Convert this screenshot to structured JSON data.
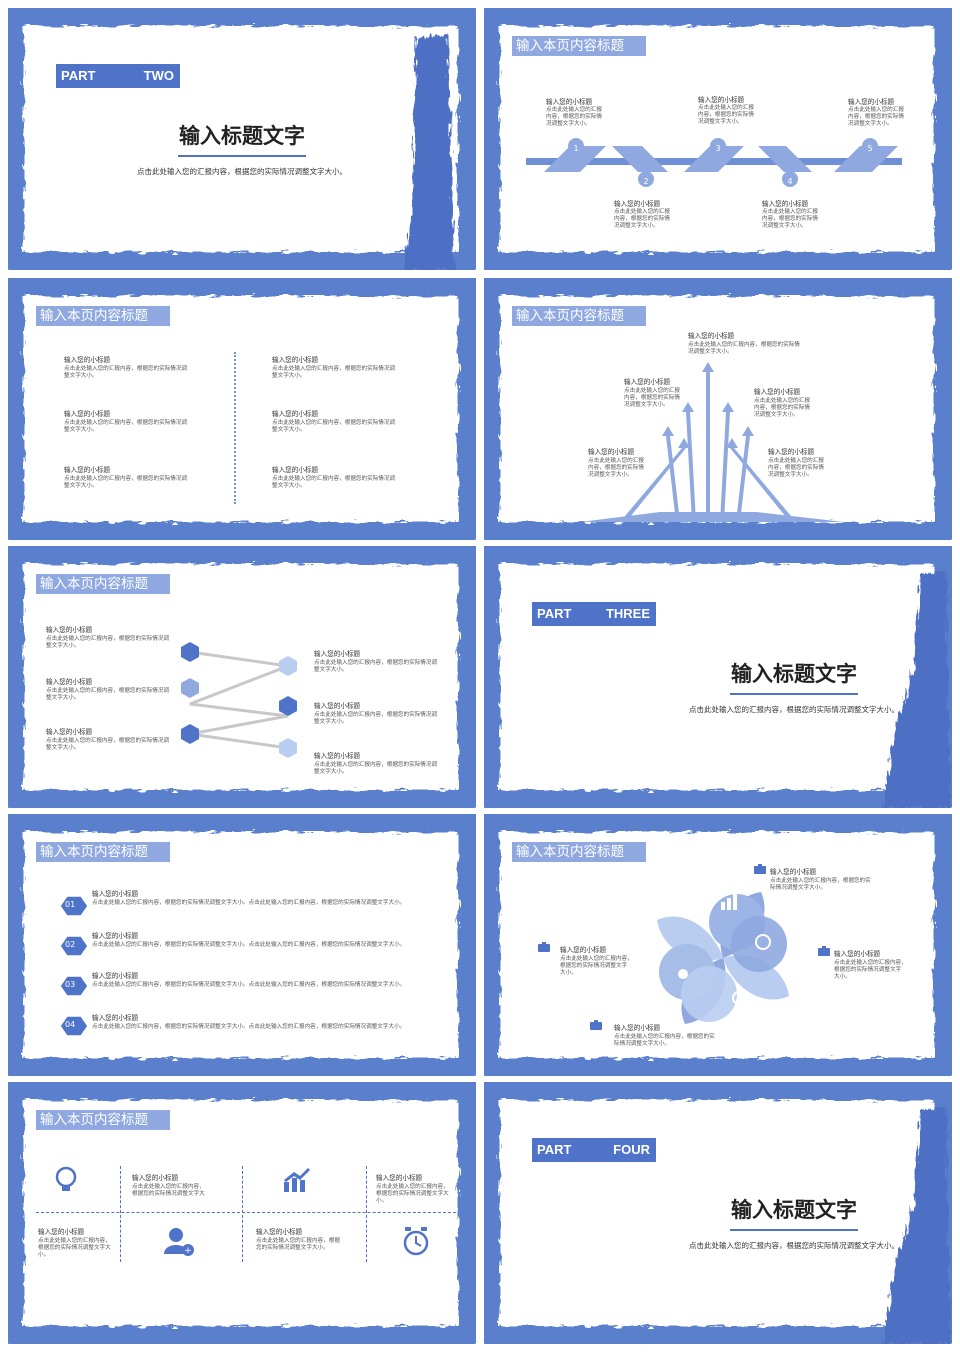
{
  "slide1": {
    "part": "PART",
    "word": "TWO",
    "title": "输入标题文字",
    "subtitle": "点击此处输入您的汇报内容，根据您的实际情况调整文字大小。"
  },
  "slide2": {
    "header": "输入本页内容标题",
    "items": [
      {
        "num": "1",
        "title": "输入您的小标题",
        "body": [
          "点击此处输入您的汇报",
          "内容，根据您的实际情",
          "况调整文字大小。"
        ]
      },
      {
        "num": "2",
        "title": "输入您的小标题",
        "body": [
          "点击此处输入您的汇报",
          "内容，根据您的实际情",
          "况调整文字大小。"
        ]
      },
      {
        "num": "3",
        "title": "输入您的小标题",
        "body": [
          "点击此处输入您的汇报",
          "内容，根据您的实际情",
          "况调整文字大小。"
        ]
      },
      {
        "num": "4",
        "title": "输入您的小标题",
        "body": [
          "点击此处输入您的汇报",
          "内容，根据您的实际情",
          "况调整文字大小。"
        ]
      },
      {
        "num": "5",
        "title": "输入您的小标题",
        "body": [
          "点击此处输入您的汇报",
          "内容，根据您的实际情",
          "况调整文字大小。"
        ]
      }
    ]
  },
  "slide3": {
    "header": "输入本页内容标题",
    "items": [
      {
        "title": "输入您的小标题",
        "body": [
          "点击此处输入您的汇报内容，根据您的实际情况调",
          "整文字大小。"
        ]
      },
      {
        "title": "输入您的小标题",
        "body": [
          "点击此处输入您的汇报内容，根据您的实际情况调",
          "整文字大小。"
        ]
      },
      {
        "title": "输入您的小标题",
        "body": [
          "点击此处输入您的汇报内容，根据您的实际情况调",
          "整文字大小。"
        ]
      },
      {
        "title": "输入您的小标题",
        "body": [
          "点击此处输入您的汇报内容，根据您的实际情况调",
          "整文字大小。"
        ]
      },
      {
        "title": "输入您的小标题",
        "body": [
          "点击此处输入您的汇报内容，根据您的实际情况调",
          "整文字大小。"
        ]
      },
      {
        "title": "输入您的小标题",
        "body": [
          "点击此处输入您的汇报内容，根据您的实际情况调",
          "整文字大小。"
        ]
      }
    ]
  },
  "slide4": {
    "header": "输入本页内容标题",
    "items": [
      {
        "title": "输入您的小标题",
        "body": [
          "点击此处输入您的汇报内容，根据您的实际情",
          "况调整文字大小。"
        ]
      },
      {
        "title": "输入您的小标题",
        "body": [
          "点击此处输入您的汇报",
          "内容，根据您的实际情",
          "况调整文字大小。"
        ]
      },
      {
        "title": "输入您的小标题",
        "body": [
          "点击此处输入您的汇报",
          "内容，根据您的实际情",
          "况调整文字大小。"
        ]
      },
      {
        "title": "输入您的小标题",
        "body": [
          "点击此处输入您的汇报",
          "内容，根据您的实际情",
          "况调整文字大小。"
        ]
      },
      {
        "title": "输入您的小标题",
        "body": [
          "点击此处输入您的汇报",
          "内容，根据您的实际情",
          "况调整文字大小。"
        ]
      }
    ]
  },
  "slide5": {
    "header": "输入本页内容标题",
    "items": [
      {
        "title": "输入您的小标题",
        "body": [
          "点击此处输入您的汇报内容，根据您的实际情况调",
          "整文字大小。"
        ]
      },
      {
        "title": "输入您的小标题",
        "body": [
          "点击此处输入您的汇报内容，根据您的实际情况调",
          "整文字大小。"
        ]
      },
      {
        "title": "输入您的小标题",
        "body": [
          "点击此处输入您的汇报内容，根据您的实际情况调",
          "整文字大小。"
        ]
      },
      {
        "title": "输入您的小标题",
        "body": [
          "点击此处输入您的汇报内容，根据您的实际情况调",
          "整文字大小。"
        ]
      },
      {
        "title": "输入您的小标题",
        "body": [
          "点击此处输入您的汇报内容，根据您的实际情况调",
          "整文字大小。"
        ]
      },
      {
        "title": "输入您的小标题",
        "body": [
          "点击此处输入您的汇报内容，根据您的实际情况调",
          "整文字大小。"
        ]
      }
    ]
  },
  "slide6": {
    "part": "PART",
    "word": "THREE",
    "title": "输入标题文字",
    "subtitle": "点击此处输入您的汇报内容，根据您的实际情况调整文字大小。"
  },
  "slide7": {
    "header": "输入本页内容标题",
    "items": [
      {
        "num": "01",
        "title": "输入您的小标题",
        "body": "点击此处输入您的汇报内容，根据您的实际情况调整文字大小。点击此处输入您的汇报内容，根据您的实际情况调整文字大小。"
      },
      {
        "num": "02",
        "title": "输入您的小标题",
        "body": "点击此处输入您的汇报内容，根据您的实际情况调整文字大小。点击此处输入您的汇报内容，根据您的实际情况调整文字大小。"
      },
      {
        "num": "03",
        "title": "输入您的小标题",
        "body": "点击此处输入您的汇报内容，根据您的实际情况调整文字大小。点击此处输入您的汇报内容，根据您的实际情况调整文字大小。"
      },
      {
        "num": "04",
        "title": "输入您的小标题",
        "body": "点击此处输入您的汇报内容，根据您的实际情况调整文字大小。点击此处输入您的汇报内容，根据您的实际情况调整文字大小。"
      }
    ]
  },
  "slide8": {
    "header": "输入本页内容标题",
    "items": [
      {
        "title": "输入您的小标题",
        "body": [
          "点击此处输入您的汇报内容，根据您的实",
          "际情况调整文字大小。"
        ]
      },
      {
        "title": "输入您的小标题",
        "body": [
          "点击此处输入您的汇报内容，",
          "根据您的实际情况调整文字",
          "大小。"
        ]
      },
      {
        "title": "输入您的小标题",
        "body": [
          "点击此处输入您的汇报内容，",
          "根据您的实际情况调整文字",
          "大小。"
        ]
      },
      {
        "title": "输入您的小标题",
        "body": [
          "点击此处输入您的汇报内容，根据您的实",
          "际情况调整文字大小。"
        ]
      }
    ]
  },
  "slide9": {
    "header": "输入本页内容标题",
    "items": [
      {
        "title": "输入您的小标题",
        "body": [
          "点击此处输入您的汇报内容，根据",
          "您的实际情况调整文字大小。"
        ]
      },
      {
        "title": "输入您的小标题",
        "body": [
          "点击此处输入您的汇报内容，",
          "根据您的实际情况调整文字大",
          "小。"
        ]
      },
      {
        "title": "输入您的小标题",
        "body": [
          "点击此处输入您的汇报内容，",
          "根据您的实际情况调整文字大",
          "小。"
        ]
      },
      {
        "title": "输入您的小标题",
        "body": [
          "点击此处输入您的汇报内容，根据",
          "您的实际情况调整文字大小。"
        ]
      }
    ]
  },
  "slide10": {
    "part": "PART",
    "word": "FOUR",
    "title": "输入标题文字",
    "subtitle": "点击此处输入您的汇报内容，根据您的实际情况调整文字大小。"
  },
  "colors": {
    "primary": "#4f73c8",
    "light": "#8fa9e0",
    "pale": "#b9cdf0",
    "grey": "#c8c8c8"
  }
}
